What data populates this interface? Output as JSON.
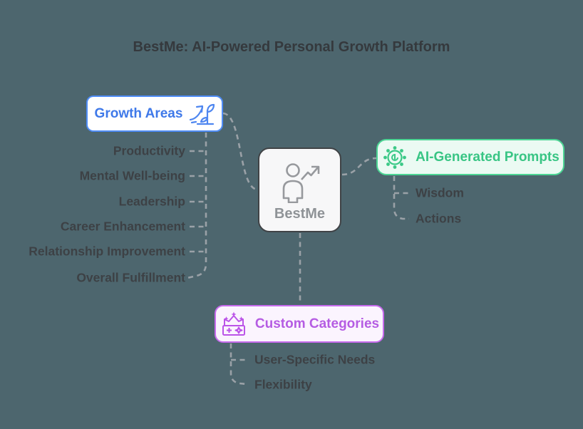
{
  "title": "BestMe: AI-Powered Personal Growth Platform",
  "colors": {
    "background": "#4d666e",
    "title_text": "#35393d",
    "connector_dash": "#9aa1a7",
    "leaf_text": "#3d4145",
    "growth_areas": {
      "border": "#4f8df7",
      "text": "#3f79e9",
      "background": "#ffffff"
    },
    "ai_prompts": {
      "border": "#4cd594",
      "text": "#38c584",
      "background": "#ebfaf3"
    },
    "custom_categories": {
      "border": "#c76bee",
      "text": "#b55ce3",
      "background": "#fbf4fe"
    },
    "center_node": {
      "border": "#404346",
      "text": "#8f9397",
      "background": "#f7f7f8",
      "icon": "#97999d"
    }
  },
  "center": {
    "label": "BestMe",
    "icon": "person-trending-up-icon"
  },
  "branches": [
    {
      "label": "Growth Areas",
      "icon": "plant-growth-icon",
      "children": [
        "Productivity",
        "Mental Well-being",
        "Leadership",
        "Career Enhancement",
        "Relationship Improvement",
        "Overall Fulfillment"
      ]
    },
    {
      "label": "AI-Generated Prompts",
      "icon": "ai-gear-icon",
      "children": [
        "Wisdom",
        "Actions"
      ]
    },
    {
      "label": "Custom Categories",
      "icon": "crown-category-icon",
      "children": [
        "User-Specific Needs",
        "Flexibility"
      ]
    }
  ]
}
